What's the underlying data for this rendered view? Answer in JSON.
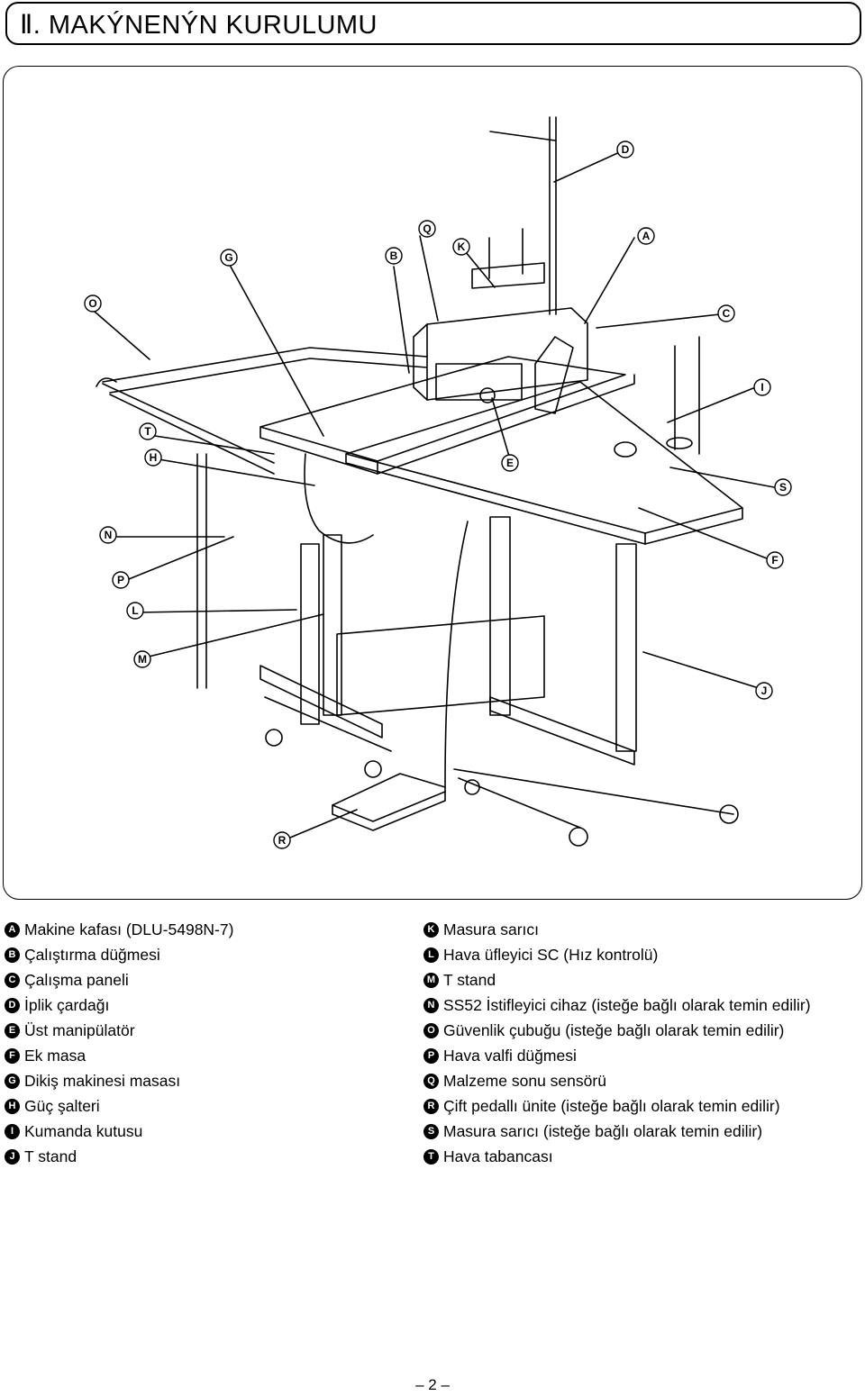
{
  "section_title": "Ⅱ. MAKÝNENÝN KURULUMU",
  "callouts": [
    "D",
    "Q",
    "K",
    "A",
    "G",
    "B",
    "O",
    "C",
    "I",
    "T",
    "H",
    "E",
    "S",
    "N",
    "F",
    "P",
    "L",
    "M",
    "J",
    "R"
  ],
  "legend_left": [
    {
      "letter": "A",
      "text": "Makine kafası (DLU-5498N-7)"
    },
    {
      "letter": "B",
      "text": "Çalıştırma düğmesi"
    },
    {
      "letter": "C",
      "text": "Çalışma paneli"
    },
    {
      "letter": "D",
      "text": "İplik çardağı"
    },
    {
      "letter": "E",
      "text": "Üst manipülatör"
    },
    {
      "letter": "F",
      "text": "Ek masa"
    },
    {
      "letter": "G",
      "text": "Dikiş makinesi masası"
    },
    {
      "letter": "H",
      "text": "Güç şalteri"
    },
    {
      "letter": "I",
      "text": "Kumanda kutusu"
    },
    {
      "letter": "J",
      "text": "T stand"
    }
  ],
  "legend_right": [
    {
      "letter": "K",
      "text": "Masura sarıcı"
    },
    {
      "letter": "L",
      "text": "Hava üfleyici SC (Hız kontrolü)"
    },
    {
      "letter": "M",
      "text": "T stand"
    },
    {
      "letter": "N",
      "text": "SS52 İstifleyici cihaz (isteğe bağlı olarak temin edilir)"
    },
    {
      "letter": "O",
      "text": "Güvenlik çubuğu (isteğe bağlı olarak temin edilir)"
    },
    {
      "letter": "P",
      "text": "Hava valfi düğmesi"
    },
    {
      "letter": "Q",
      "text": "Malzeme sonu sensörü"
    },
    {
      "letter": "R",
      "text": "Çift pedallı ünite (isteğe bağlı olarak temin edilir)"
    },
    {
      "letter": "S",
      "text": "Masura sarıcı (isteğe bağlı olarak temin edilir)"
    },
    {
      "letter": "T",
      "text": "Hava tabancası"
    }
  ],
  "page_number": "– 2 –"
}
